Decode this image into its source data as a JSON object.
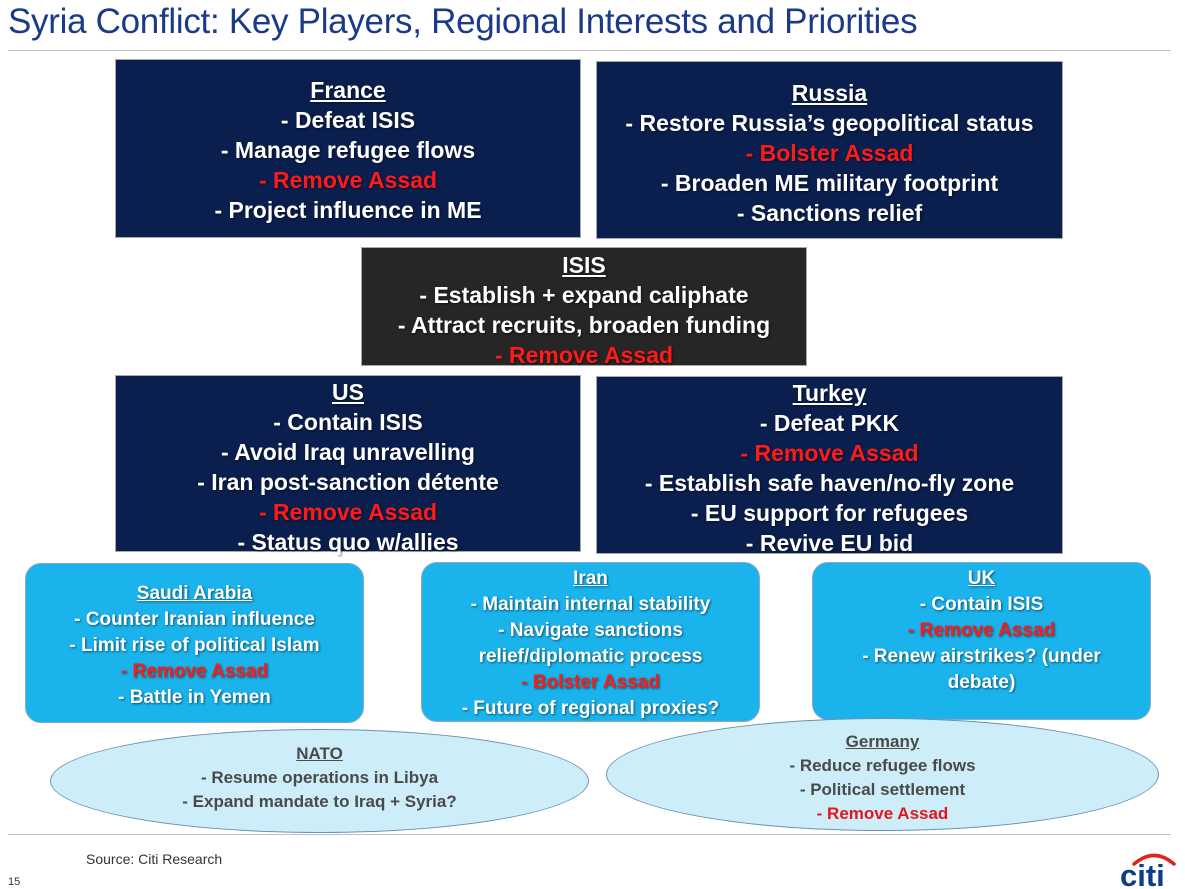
{
  "title": "Syria Conflict: Key Players, Regional Interests and Priorities",
  "footer": {
    "source": "Source: Citi Research",
    "page_number": "15",
    "logo_text": "citi"
  },
  "colors": {
    "title": "#1b3b87",
    "navy_box": "#0b1f4f",
    "dark_box": "#262626",
    "cyan_box": "#1ab3ec",
    "ellipse": "#cdeef8",
    "highlight_red": "#ff1a1a",
    "logo_arc": "#e3221f"
  },
  "players": {
    "france": {
      "name": "France",
      "priorities": [
        {
          "text": "-  Defeat ISIS",
          "highlight": false
        },
        {
          "text": "- Manage refugee flows",
          "highlight": false
        },
        {
          "text": "- Remove Assad",
          "highlight": true
        },
        {
          "text": "- Project influence in ME",
          "highlight": false
        }
      ]
    },
    "russia": {
      "name": "Russia",
      "priorities": [
        {
          "text": "- Restore Russia’s geopolitical status",
          "highlight": false
        },
        {
          "text": "- Bolster Assad",
          "highlight": true
        },
        {
          "text": "- Broaden ME military footprint",
          "highlight": false
        },
        {
          "text": "- Sanctions relief",
          "highlight": false
        }
      ]
    },
    "isis": {
      "name": "ISIS",
      "priorities": [
        {
          "text": "-  Establish + expand caliphate",
          "highlight": false
        },
        {
          "text": "- Attract recruits, broaden funding",
          "highlight": false
        },
        {
          "text": "- Remove Assad",
          "highlight": true
        }
      ]
    },
    "us": {
      "name": "US",
      "priorities": [
        {
          "text": "-  Contain ISIS",
          "highlight": false
        },
        {
          "text": "- Avoid Iraq unravelling",
          "highlight": false
        },
        {
          "text": "- Iran post-sanction détente",
          "highlight": false
        },
        {
          "text": "- Remove Assad",
          "highlight": true
        },
        {
          "text": "- Status quo w/allies",
          "highlight": false
        }
      ]
    },
    "turkey": {
      "name": "Turkey",
      "priorities": [
        {
          "text": "- Defeat PKK",
          "highlight": false
        },
        {
          "text": "- Remove Assad",
          "highlight": true
        },
        {
          "text": "-  Establish safe haven/no-fly zone",
          "highlight": false
        },
        {
          "text": "- EU support for refugees",
          "highlight": false
        },
        {
          "text": "- Revive EU bid",
          "highlight": false
        }
      ]
    },
    "saudi_arabia": {
      "name": "Saudi Arabia",
      "priorities": [
        {
          "text": "- Counter Iranian influence",
          "highlight": false
        },
        {
          "text": "- Limit rise of political Islam",
          "highlight": false
        },
        {
          "text": "- Remove Assad",
          "highlight": true
        },
        {
          "text": "- Battle in Yemen",
          "highlight": false
        }
      ]
    },
    "iran": {
      "name": "Iran",
      "priorities": [
        {
          "text": "- Maintain internal stability",
          "highlight": false
        },
        {
          "text": "- Navigate sanctions",
          "highlight": false
        },
        {
          "text": "relief/diplomatic process",
          "highlight": false
        },
        {
          "text": "- Bolster Assad",
          "highlight": true
        },
        {
          "text": "- Future of regional proxies?",
          "highlight": false
        }
      ]
    },
    "uk": {
      "name": "UK",
      "priorities": [
        {
          "text": "- Contain ISIS",
          "highlight": false
        },
        {
          "text": "- Remove Assad",
          "highlight": true
        },
        {
          "text": "- Renew airstrikes? (under",
          "highlight": false
        },
        {
          "text": "debate)",
          "highlight": false
        }
      ]
    },
    "nato": {
      "name": "NATO",
      "priorities": [
        {
          "text": "- Resume operations in Libya",
          "highlight": false
        },
        {
          "text": "- Expand mandate to Iraq + Syria?",
          "highlight": false
        }
      ]
    },
    "germany": {
      "name": "Germany",
      "priorities": [
        {
          "text": "- Reduce refugee flows",
          "highlight": false
        },
        {
          "text": "- Political settlement",
          "highlight": false
        },
        {
          "text": "- Remove Assad",
          "highlight": true
        }
      ]
    }
  }
}
